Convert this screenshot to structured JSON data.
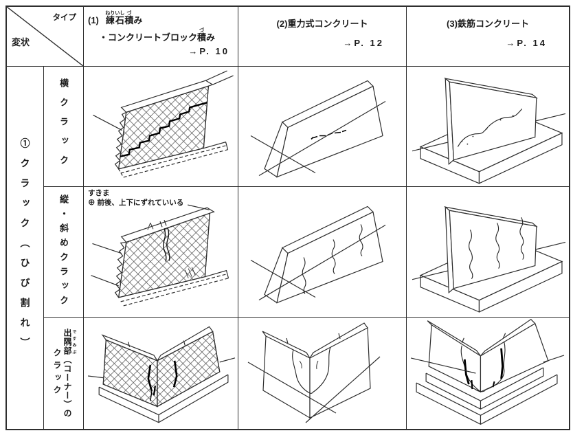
{
  "document": {
    "bg": "#ffffff",
    "line_color": "#2e2e2e"
  },
  "header": {
    "corner": {
      "top_right": "タイプ",
      "bottom_left": "変状"
    },
    "types": [
      {
        "no": "(1)",
        "title_ruby_base1": "練石",
        "title_ruby_text1": "ねりいし",
        "title_ruby_base2": "積",
        "title_ruby_text2": "づ",
        "title_tail": "み",
        "subtitle_head": "・コンクリートブロック",
        "subtitle_ruby_base": "積",
        "subtitle_ruby_text": "づ",
        "subtitle_tail": "み",
        "page_ref": "→P. 10"
      },
      {
        "no": "(2)",
        "title": "重力式コンクリート",
        "page_ref": "→P. 12"
      },
      {
        "no": "(3)",
        "title": "鉄筋コンクリート",
        "page_ref": "→P. 14"
      }
    ]
  },
  "category_label": "①クラック（ひび割れ）",
  "rows": [
    {
      "label": "横クラック",
      "figures": [
        "masonry-wall-stepped-horizontal-crack",
        "gravity-concrete-horizontal-crack",
        "rc-wall-horizontal-crack"
      ]
    },
    {
      "label": "縦・斜めクラック",
      "annotation_line1": "すきま",
      "annotation_line2": "⊕ 前後、上下にずれていいる",
      "figures": [
        "masonry-wall-vertical-gap-crack",
        "gravity-concrete-vertical-cracks",
        "rc-wall-vertical-cracks"
      ]
    },
    {
      "label_ruby_base": "出隅部",
      "label_ruby_text": "ですみぶ",
      "label_rest": "（コーナー）の",
      "label_line2": "クラック",
      "figures": [
        "masonry-wall-corner-cracks",
        "gravity-concrete-corner-crack",
        "rc-wall-corner-cracks"
      ]
    }
  ]
}
